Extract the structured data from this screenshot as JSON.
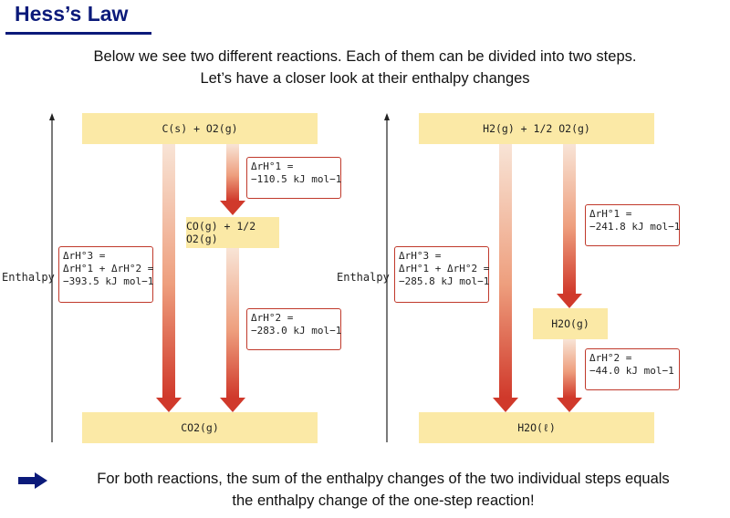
{
  "header": {
    "title": "Hess’s Law"
  },
  "intro": {
    "line1": "Below we see two different reactions. Each of them can be divided into two steps.",
    "line2": "Let’s have a closer look at their enthalpy changes"
  },
  "colors": {
    "title": "#0b1a7a",
    "level_fill": "#fbe9a6",
    "arrow_top": "#f6dcc9",
    "arrow_bottom": "#d0392b",
    "box_border": "#c0392b"
  },
  "left_diagram": {
    "axis_label": "Enthalpy",
    "levels": {
      "top": "C(s) + O2(g)",
      "middle": "CO(g) + 1/2 O2(g)",
      "bottom": "CO2(g)"
    },
    "step1": {
      "label": "ΔrH°1 =",
      "value": "−110.5 kJ mol−1"
    },
    "step2": {
      "label": "ΔrH°2 =",
      "value": "−283.0 kJ mol−1"
    },
    "overall": {
      "label": "ΔrH°3 =",
      "sum": "ΔrH°1 + ΔrH°2 =",
      "value": "−393.5 kJ mol−1"
    }
  },
  "right_diagram": {
    "axis_label": "Enthalpy",
    "levels": {
      "top": "H2(g) + 1/2 O2(g)",
      "middle": "H2O(g)",
      "bottom": "H2O(ℓ)"
    },
    "step1": {
      "label": "ΔrH°1 =",
      "value": "−241.8 kJ mol−1"
    },
    "step2": {
      "label": "ΔrH°2 =",
      "value": "−44.0 kJ mol−1"
    },
    "overall": {
      "label": "ΔrH°3 =",
      "sum": "ΔrH°1 + ΔrH°2 =",
      "value": "−285.8 kJ mol−1"
    }
  },
  "footer": {
    "icon": "right-arrow-icon",
    "line1": "For both reactions, the sum of the enthalpy changes of the two individual steps equals",
    "line2": "the enthalpy change of the one-step reaction!"
  }
}
